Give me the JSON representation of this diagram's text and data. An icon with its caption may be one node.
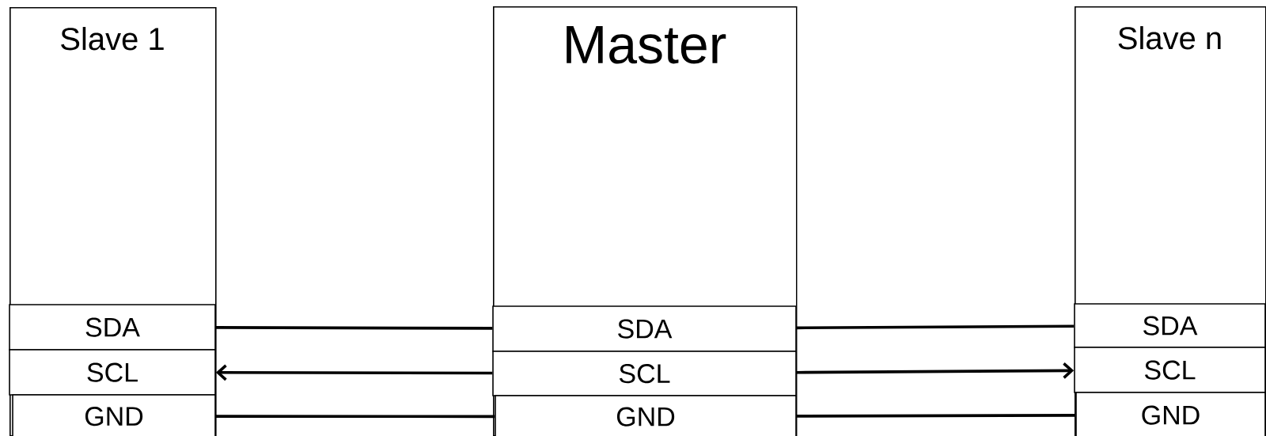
{
  "diagram": {
    "nodes": [
      {
        "text": [
          "Slave 1"
        ]
      },
      {
        "text": [
          "SDA"
        ],
        "in": 0
      },
      {
        "text": [
          "SCL"
        ],
        "in": 0
      },
      {
        "text": [
          "GND"
        ],
        "in": 0
      },
      {
        "text": [
          "Master"
        ]
      },
      {
        "text": [
          "SDA"
        ],
        "in": 4
      },
      {
        "text": [
          "SCL"
        ],
        "in": 4
      },
      {
        "text": [
          "GND"
        ],
        "in": 4
      },
      {
        "text": [
          "Slave n"
        ]
      },
      {
        "text": [
          "SDA"
        ],
        "in": 8
      },
      {
        "text": [
          "SCL"
        ],
        "in": 8
      },
      {
        "text": [
          "GND"
        ],
        "in": 8
      }
    ],
    "edges": [
      {
        "from": 5,
        "to": 1,
        "arrow": "none"
      },
      {
        "from": 6,
        "to": 2,
        "arrow": "to"
      },
      {
        "from": 7,
        "to": 3,
        "arrow": "none"
      },
      {
        "from": 5,
        "to": 9,
        "arrow": "none"
      },
      {
        "from": 6,
        "to": 10,
        "arrow": "to"
      },
      {
        "from": 7,
        "to": 11,
        "arrow": "none"
      }
    ]
  }
}
